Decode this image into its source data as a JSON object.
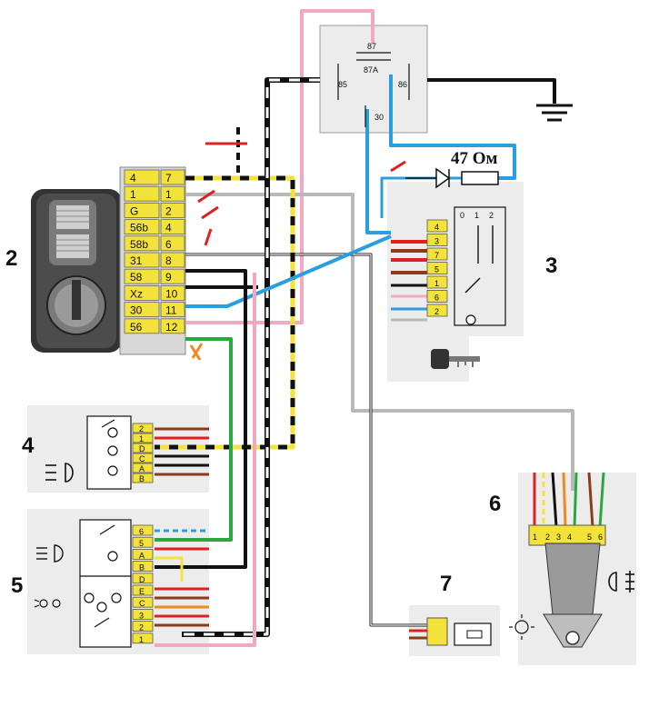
{
  "resistor_label": "47 Ом",
  "relay": {
    "pins": {
      "p87": "87",
      "p87a": "87A",
      "p85": "85",
      "p86": "86",
      "p30": "30"
    }
  },
  "numbers": {
    "n2": "2",
    "n3": "3",
    "n4": "4",
    "n5": "5",
    "n6": "6",
    "n7": "7"
  },
  "connector_2": {
    "left": [
      "4",
      "1",
      "G",
      "56b",
      "58b",
      "31",
      "58",
      "Xz",
      "30",
      "56"
    ],
    "right": [
      "7",
      "1",
      "2",
      "4",
      "6",
      "8",
      "9",
      "10",
      "11",
      "12"
    ]
  },
  "switch_3": {
    "positions": [
      "0",
      "1",
      "2"
    ],
    "pins": [
      "4",
      "3",
      "7",
      "5",
      "1",
      "6",
      "2"
    ]
  },
  "module_4": {
    "pins": [
      "2",
      "1",
      "D",
      "C",
      "A",
      "B"
    ]
  },
  "module_5": {
    "pins": [
      "6",
      "5",
      "A",
      "B",
      "D",
      "E",
      "C",
      "3",
      "2",
      "1"
    ]
  },
  "connector_6": {
    "pins": [
      "1",
      "2",
      "3",
      "4",
      "5",
      "6"
    ]
  },
  "colors": {
    "black": "#111111",
    "yellow": "#f2e23a",
    "pink": "#f4a7c0",
    "blue": "#2a9fdf",
    "grey": "#b8b8b8",
    "green": "#2aa83f",
    "red": "#e02020",
    "brown": "#8b3a1a",
    "orange": "#f08a20",
    "white": "#ffffff",
    "panel": "#ececec"
  },
  "icons": [
    "fog-light-icon",
    "headlight-icon",
    "dipped-beam-icon",
    "rear-fog-icon",
    "brightness-icon",
    "key-icon",
    "wrench-icon",
    "ground-icon"
  ]
}
